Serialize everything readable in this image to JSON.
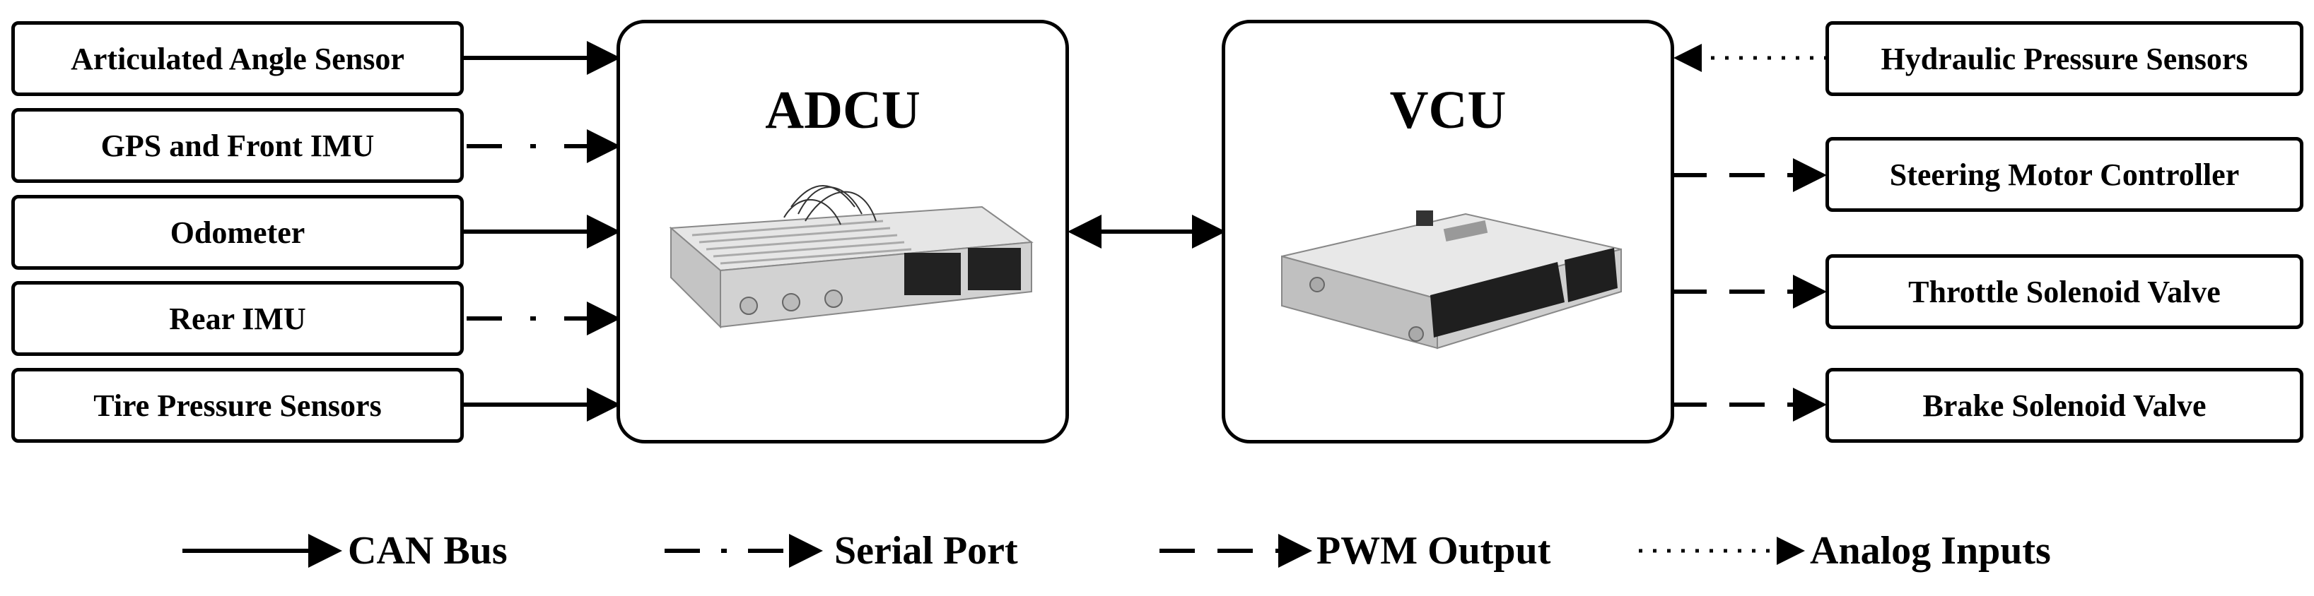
{
  "inputs": [
    {
      "label": "Articulated Angle Sensor",
      "line": "can"
    },
    {
      "label": "GPS and Front IMU",
      "line": "serial"
    },
    {
      "label": "Odometer",
      "line": "can"
    },
    {
      "label": "Rear IMU",
      "line": "serial"
    },
    {
      "label": "Tire Pressure Sensors",
      "line": "can"
    }
  ],
  "adcu": {
    "title": "ADCU",
    "image_icon": "adcu-controller-unit-image"
  },
  "vcu": {
    "title": "VCU",
    "image_icon": "vcu-controller-unit-image"
  },
  "hydraulic": {
    "label": "Hydraulic Pressure Sensors",
    "line": "analog"
  },
  "outputs": [
    {
      "label": "Steering Motor Controller",
      "line": "pwm"
    },
    {
      "label": "Throttle Solenoid Valve",
      "line": "pwm"
    },
    {
      "label": "Brake Solenoid Valve",
      "line": "pwm"
    }
  ],
  "legend": {
    "can": "CAN Bus",
    "serial": "Serial Port",
    "pwm": "PWM Output",
    "analog": "Analog Inputs"
  },
  "colors": {
    "line": "#000000",
    "background": "#ffffff"
  }
}
